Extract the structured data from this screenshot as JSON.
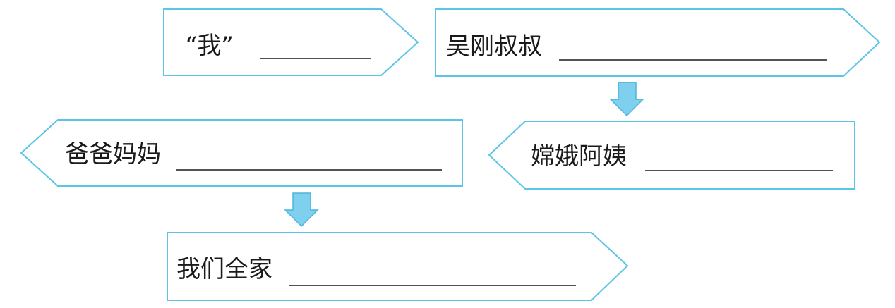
{
  "diagram": {
    "boxes": [
      {
        "label": "“我”"
      },
      {
        "label": "吴刚叔叔"
      },
      {
        "label": "嫦娥阿姨"
      },
      {
        "label": "爸爸妈妈"
      },
      {
        "label": "我们全家"
      }
    ],
    "colors": {
      "border": "#5cc4e6",
      "arrow_fill": "#7fd0ee",
      "text": "#1a1a1a"
    }
  }
}
